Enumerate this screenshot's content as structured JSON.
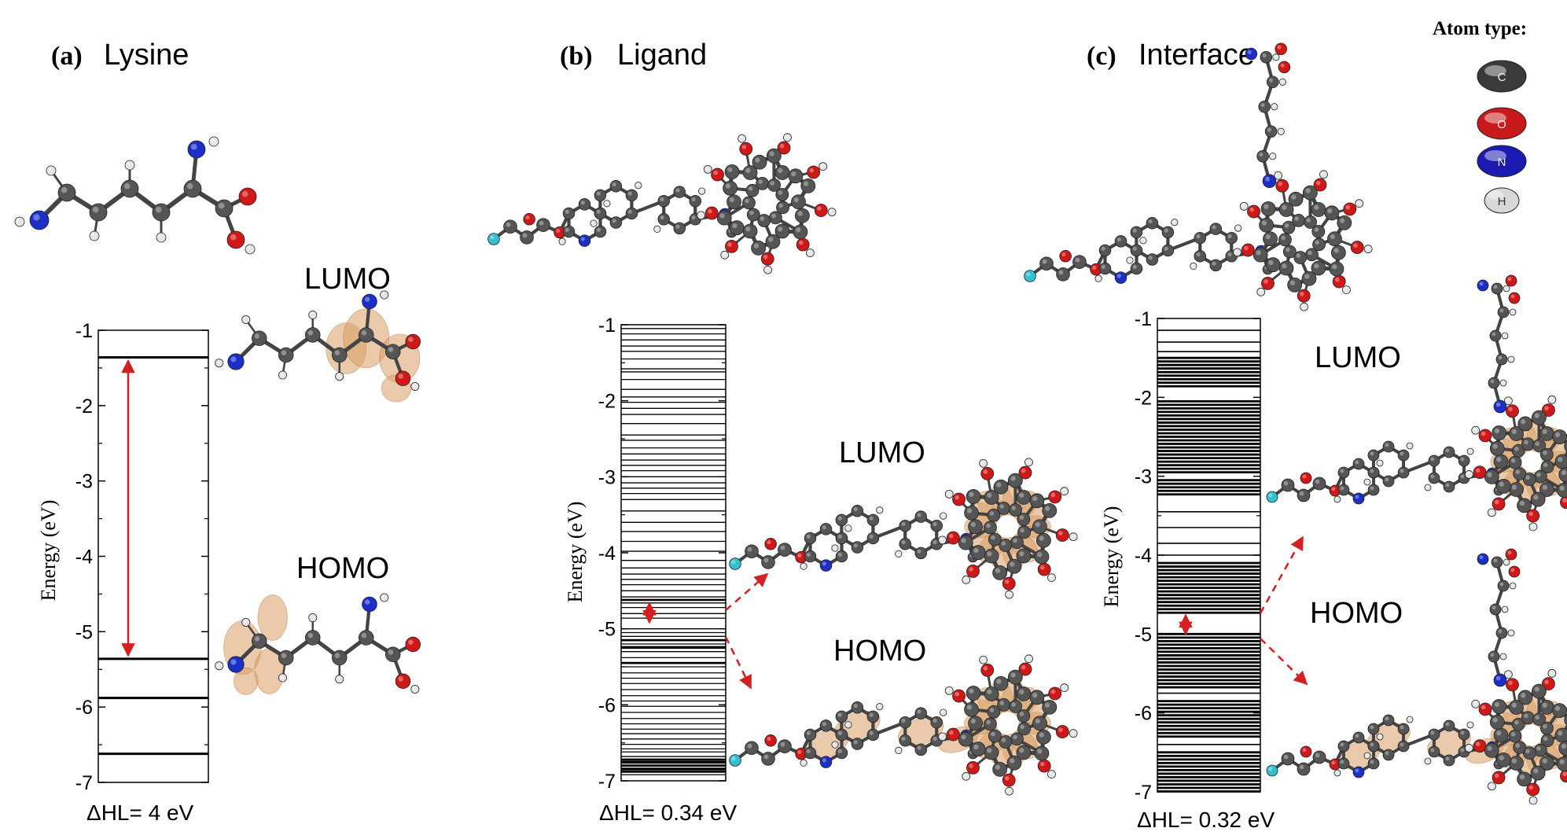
{
  "panels": [
    {
      "id": "a",
      "label": "(a)",
      "name": "Lysine",
      "ylabel": "Energy (eV)",
      "ylim": [
        -7,
        -1
      ],
      "ticks": [
        "-1",
        "-2",
        "-3",
        "-4",
        "-5",
        "-6",
        "-7"
      ],
      "levels": [
        -1.36,
        -5.36,
        -5.88,
        -6.62
      ],
      "gap_from": -1.36,
      "gap_to": -5.36,
      "gap_text": "ΔHL= 4 eV",
      "lumo_label": "LUMO",
      "homo_label": "HOMO"
    },
    {
      "id": "b",
      "label": "(b)",
      "name": "Ligand",
      "ylabel": "Energy (eV)",
      "ylim": [
        -7,
        -1
      ],
      "ticks": [
        "-1",
        "-2",
        "-3",
        "-4",
        "-5",
        "-6",
        "-7"
      ],
      "levels": [
        -1.05,
        -1.12,
        -1.2,
        -1.28,
        -1.35,
        -1.45,
        -1.58,
        -1.62,
        -1.72,
        -1.85,
        -1.95,
        -2.02,
        -2.1,
        -2.18,
        -2.3,
        -2.45,
        -2.52,
        -2.62,
        -2.7,
        -2.78,
        -2.85,
        -2.92,
        -3.0,
        -3.08,
        -3.15,
        -3.22,
        -3.3,
        -3.45,
        -3.6,
        -3.72,
        -3.85,
        -3.98,
        -4.1,
        -4.2,
        -4.28,
        -4.35,
        -4.42,
        -4.5,
        -4.58,
        -4.66,
        -4.72,
        -4.8,
        -4.86,
        -5.0,
        -5.05,
        -5.1,
        -5.15,
        -5.2,
        -5.25,
        -5.3,
        -5.38,
        -5.45,
        -5.5,
        -5.58,
        -5.65,
        -5.72,
        -5.8,
        -5.88,
        -5.95,
        -6.02,
        -6.1,
        -6.18,
        -6.25,
        -6.32,
        -6.38,
        -6.45,
        -6.52,
        -6.58,
        -6.62,
        -6.68,
        -6.72,
        -6.76,
        -6.8,
        -6.84,
        -6.88,
        -6.92
      ],
      "bold_levels": [
        -4.62,
        -5.15,
        -5.24,
        -5.45,
        -6.75,
        -6.8,
        -6.85
      ],
      "gap_from": -4.62,
      "gap_to": -4.96,
      "gap_text": "ΔHL= 0.34 eV",
      "lumo_label": "LUMO",
      "homo_label": "HOMO"
    },
    {
      "id": "c",
      "label": "(c)",
      "name": "Interface",
      "ylabel": "Energy (eV)",
      "ylim": [
        -7,
        -1
      ],
      "ticks": [
        "-1",
        "-2",
        "-3",
        "-4",
        "-5",
        "-6",
        "-7"
      ],
      "dense_bands": [
        [
          -1.5,
          -1.9
        ],
        [
          -2.05,
          -2.95
        ],
        [
          -3.05,
          -3.25
        ],
        [
          -4.1,
          -4.75
        ],
        [
          -5.0,
          -5.7
        ],
        [
          -5.85,
          -6.3
        ],
        [
          -6.5,
          -7.0
        ]
      ],
      "sparse_levels": [
        -1.15,
        -1.3,
        -1.42,
        -3.45,
        -3.65,
        -3.85,
        -4.0,
        -5.75,
        -6.4
      ],
      "gap_from": -4.72,
      "gap_to": -5.04,
      "gap_text": "ΔHL= 0.32 eV",
      "lumo_label": "LUMO",
      "homo_label": "HOMO"
    }
  ],
  "legend": {
    "title": "Atom type:",
    "atoms": [
      {
        "symbol": "C",
        "color": "#3a3a3a"
      },
      {
        "symbol": "O",
        "color": "#c8191b"
      },
      {
        "symbol": "N",
        "color": "#1a1ab0"
      },
      {
        "symbol": "H",
        "color": "#d8d8d8"
      }
    ]
  },
  "colors": {
    "carbon": "#555555",
    "oxygen": "#d01818",
    "nitrogen": "#1b2fc7",
    "hydrogen": "#e6e6e6",
    "fluorine": "#35c0d0",
    "orbital": "#d9a066",
    "arrow": "#d42020"
  }
}
